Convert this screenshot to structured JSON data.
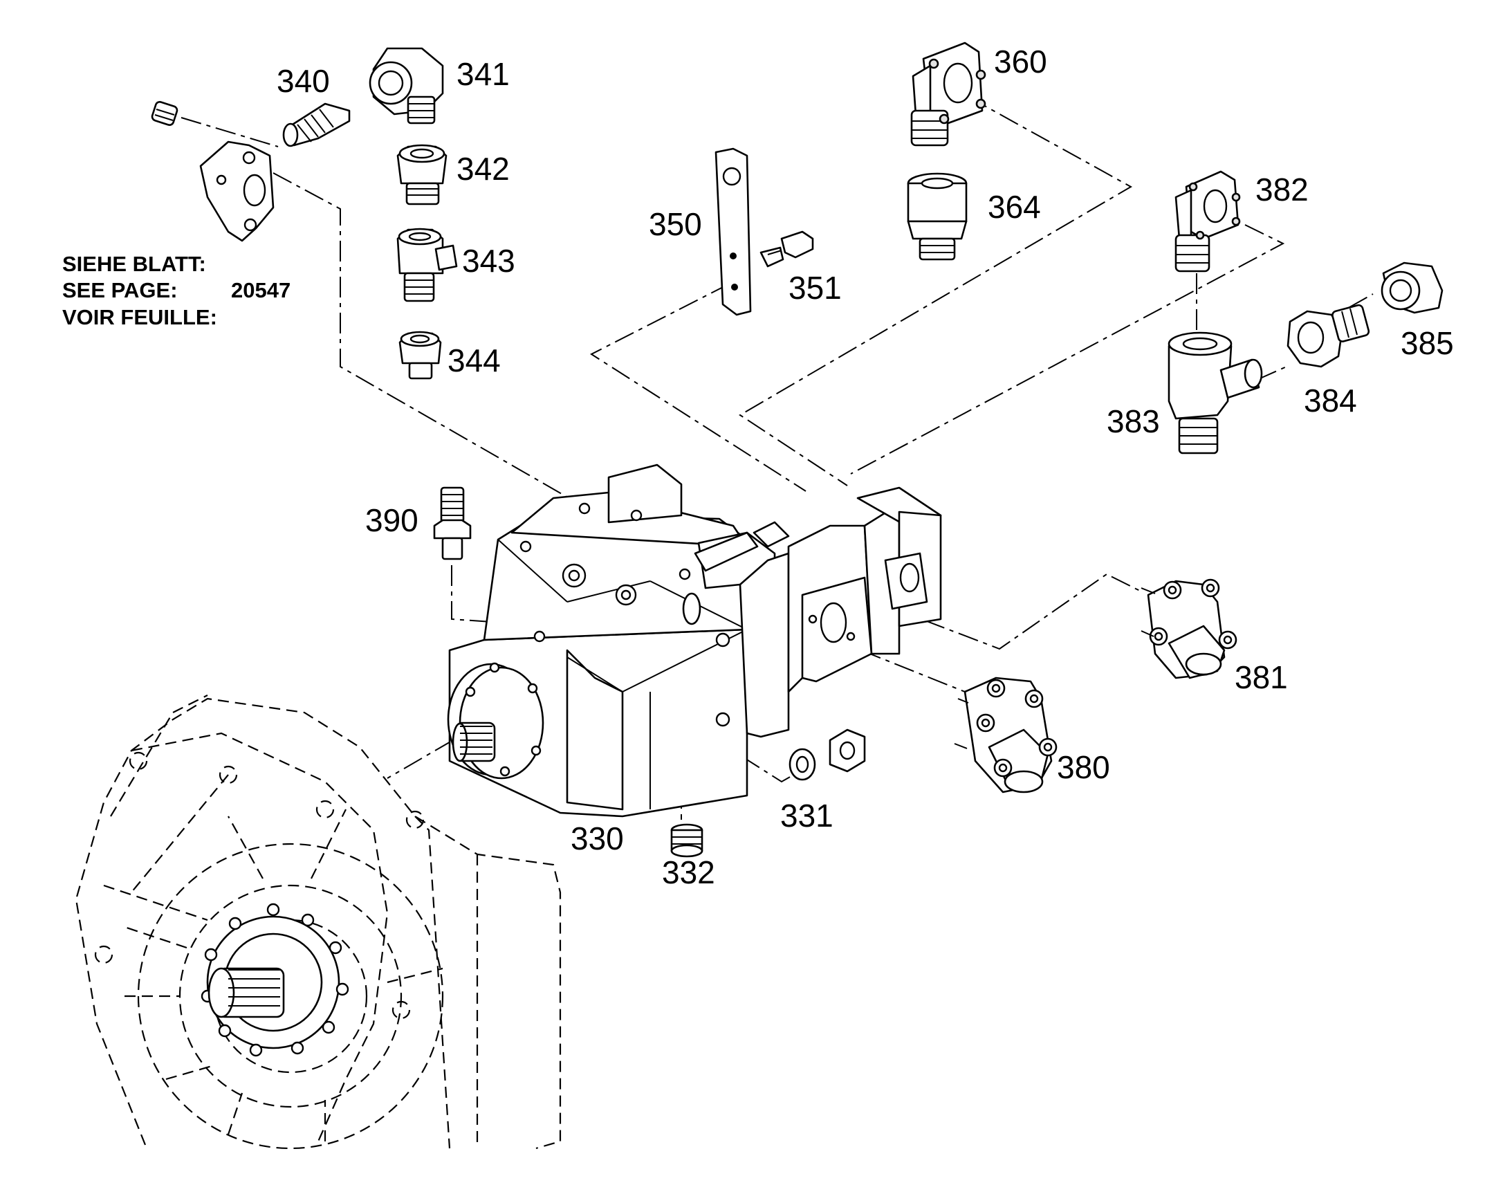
{
  "note": {
    "line1": "SIEHE BLATT:",
    "line2": "SEE PAGE:",
    "line3": "VOIR FEUILLE:",
    "page_number": "20547"
  },
  "labels": {
    "p330": "330",
    "p331": "331",
    "p332": "332",
    "p340": "340",
    "p341": "341",
    "p342": "342",
    "p343": "343",
    "p344": "344",
    "p350": "350",
    "p351": "351",
    "p360": "360",
    "p364": "364",
    "p380": "380",
    "p381": "381",
    "p382": "382",
    "p383": "383",
    "p384": "384",
    "p385": "385",
    "p390": "390"
  }
}
